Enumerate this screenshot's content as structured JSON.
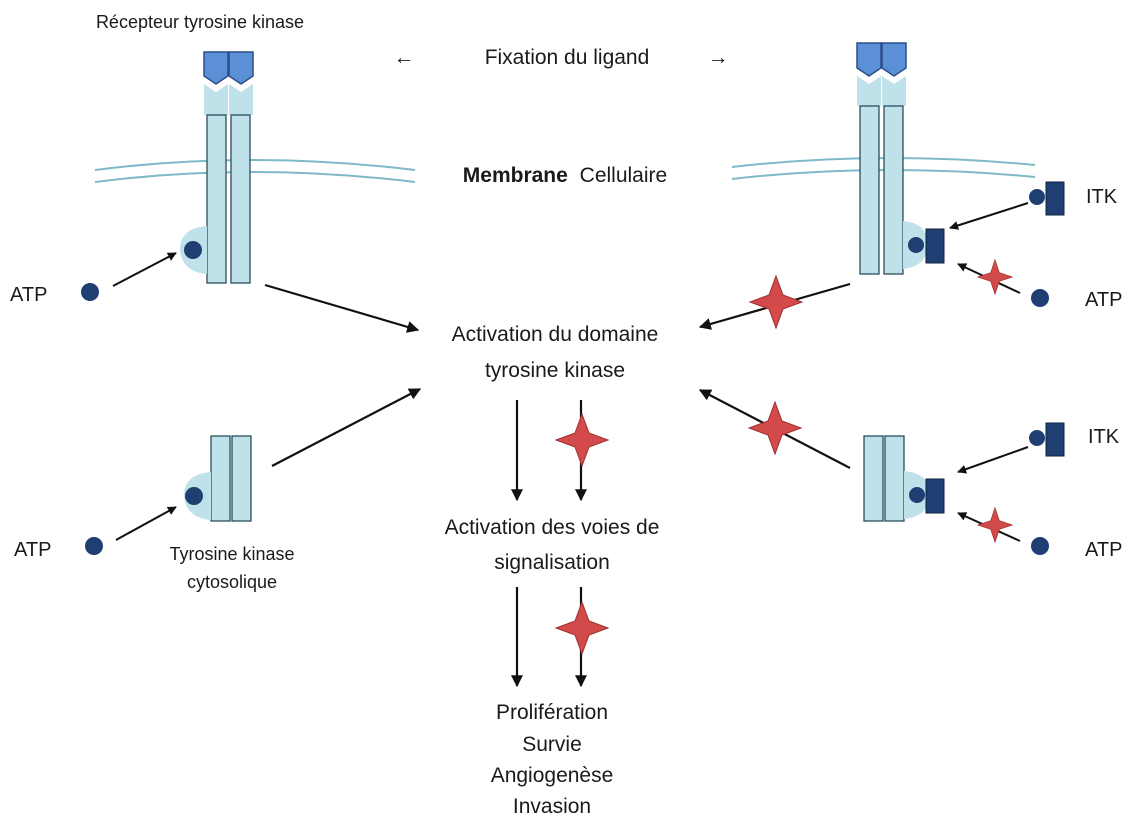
{
  "labels": {
    "receptor": "Récepteur tyrosine kinase",
    "ligand_binding": "Fixation du ligand",
    "arrow_left_glyph": "←",
    "arrow_right_glyph": "→",
    "membrane_bold": "Membrane",
    "membrane_rest": "Cellulaire",
    "atp": "ATP",
    "itk": "ITK",
    "activation_domain_line1": "Activation du domaine",
    "activation_domain_line2": "tyrosine kinase",
    "activation_pathways_line1": "Activation des voies de",
    "activation_pathways_line2": "signalisation",
    "cytosolic_line1": "Tyrosine kinase",
    "cytosolic_line2": "cytosolique",
    "outcomes": [
      "Prolifération",
      "Survie",
      "Angiogenèse",
      "Invasion"
    ]
  },
  "colors": {
    "receptor_fill": "#bfe1ea",
    "receptor_stroke": "#2b4d5c",
    "ligand_domain": "#5b8fd6",
    "ligand_stroke": "#2a4e8a",
    "atp_dot": "#1f3f73",
    "inhibitor_block": "#1f3f73",
    "membrane": "#7fb8c8",
    "cross": "#d24a4a",
    "arrow": "#111111"
  },
  "icons": {
    "ligand_domain": "pentagon-domain-icon",
    "atp": "circle-molecule-icon",
    "itk": "inhibitor-block-icon",
    "block": "red-cross-icon"
  }
}
